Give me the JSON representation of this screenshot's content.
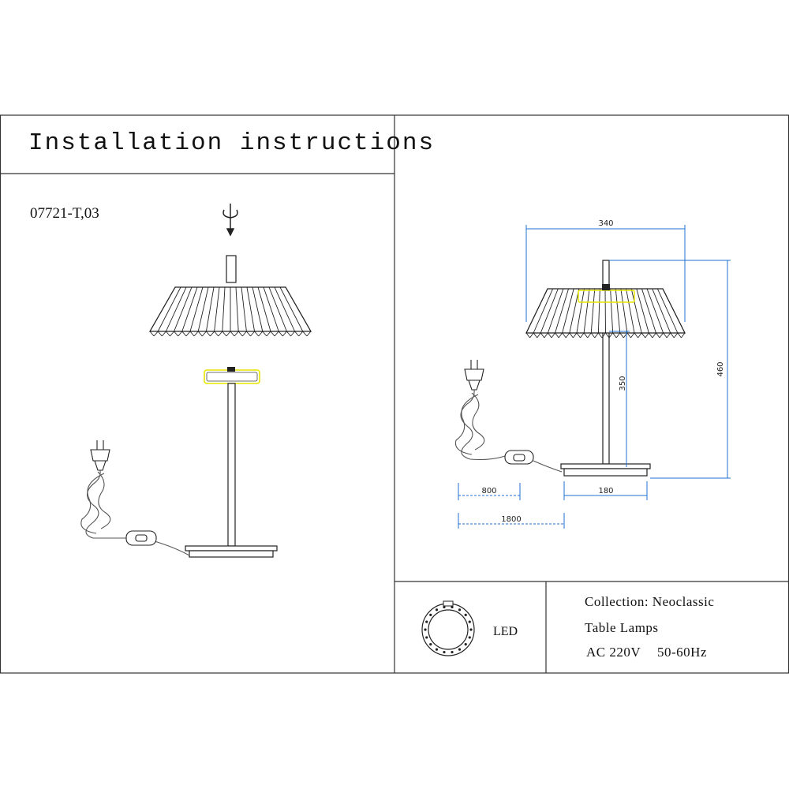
{
  "title": "Installation instructions",
  "model": "07721-T,03",
  "dimensions": {
    "shade_width": "340",
    "total_height": "460",
    "stem_height": "350",
    "base_width": "180",
    "cord_switch": "800",
    "cord_total": "1800"
  },
  "led_label": "LED",
  "info": {
    "collection": "Collection: Neoclassic",
    "category": "Table Lamps",
    "voltage": "AC 220V",
    "frequency": "50-60Hz"
  },
  "colors": {
    "line": "#1a1a1a",
    "dimension": "#1f6fd0",
    "highlight": "#e6e600"
  }
}
